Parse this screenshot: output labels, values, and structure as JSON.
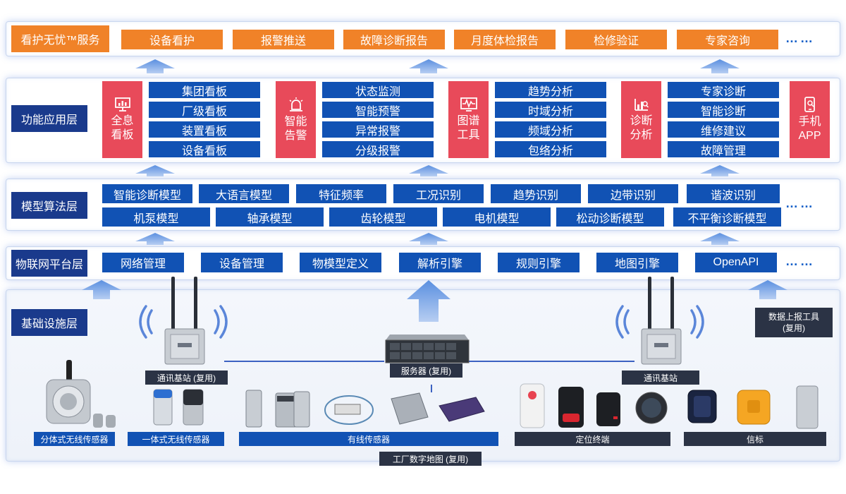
{
  "service_layer": {
    "title": "看护无忧™服务",
    "items": [
      "设备看护",
      "报警推送",
      "故障诊断报告",
      "月度体检报告",
      "检修验证",
      "专家咨询"
    ],
    "more": "……"
  },
  "app_layer": {
    "title": "功能应用层",
    "groups": [
      {
        "icon": "全息\n看板",
        "icon_l1": "全息",
        "icon_l2": "看板",
        "items": [
          "集团看板",
          "厂级看板",
          "装置看板",
          "设备看板"
        ]
      },
      {
        "icon_l1": "智能",
        "icon_l2": "告警",
        "items": [
          "状态监测",
          "智能预警",
          "异常报警",
          "分级报警"
        ]
      },
      {
        "icon_l1": "图谱",
        "icon_l2": "工具",
        "items": [
          "趋势分析",
          "时域分析",
          "频域分析",
          "包络分析"
        ]
      },
      {
        "icon_l1": "诊断",
        "icon_l2": "分析",
        "items": [
          "专家诊断",
          "智能诊断",
          "维修建议",
          "故障管理"
        ]
      }
    ],
    "mobile_l1": "手机",
    "mobile_l2": "APP"
  },
  "model_layer": {
    "title": "模型算法层",
    "row1": [
      "智能诊断模型",
      "大语言模型",
      "特征频率",
      "工况识别",
      "趋势识别",
      "边带识别",
      "谐波识别"
    ],
    "row2": [
      "机泵模型",
      "轴承模型",
      "齿轮模型",
      "电机模型",
      "松动诊断模型",
      "不平衡诊断模型"
    ],
    "more": "……"
  },
  "iot_layer": {
    "title": "物联网平台层",
    "items": [
      "网络管理",
      "设备管理",
      "物模型定义",
      "解析引擎",
      "规则引擎",
      "地图引擎",
      "OpenAPI"
    ],
    "more": "……"
  },
  "infra_layer": {
    "title": "基础设施层",
    "base_station_left": "通讯基站 (复用)",
    "server": "服务器 (复用)",
    "base_station_right": "通讯基站",
    "data_tool": "数据上报工具\n(复用)",
    "data_tool_l1": "数据上报工具",
    "data_tool_l2": "(复用)",
    "sensor_split": "分体式无线传感器",
    "sensor_integrated": "一体式无线传感器",
    "sensor_wired": "有线传感器",
    "positioning": "定位终端",
    "beacon": "信标",
    "factory_map": "工厂数字地图 (复用)"
  },
  "colors": {
    "dark_blue": "#1a3a8c",
    "button_blue": "#1152b4",
    "orange": "#f08228",
    "red": "#e84a5a",
    "dark_label": "#2b3345"
  }
}
